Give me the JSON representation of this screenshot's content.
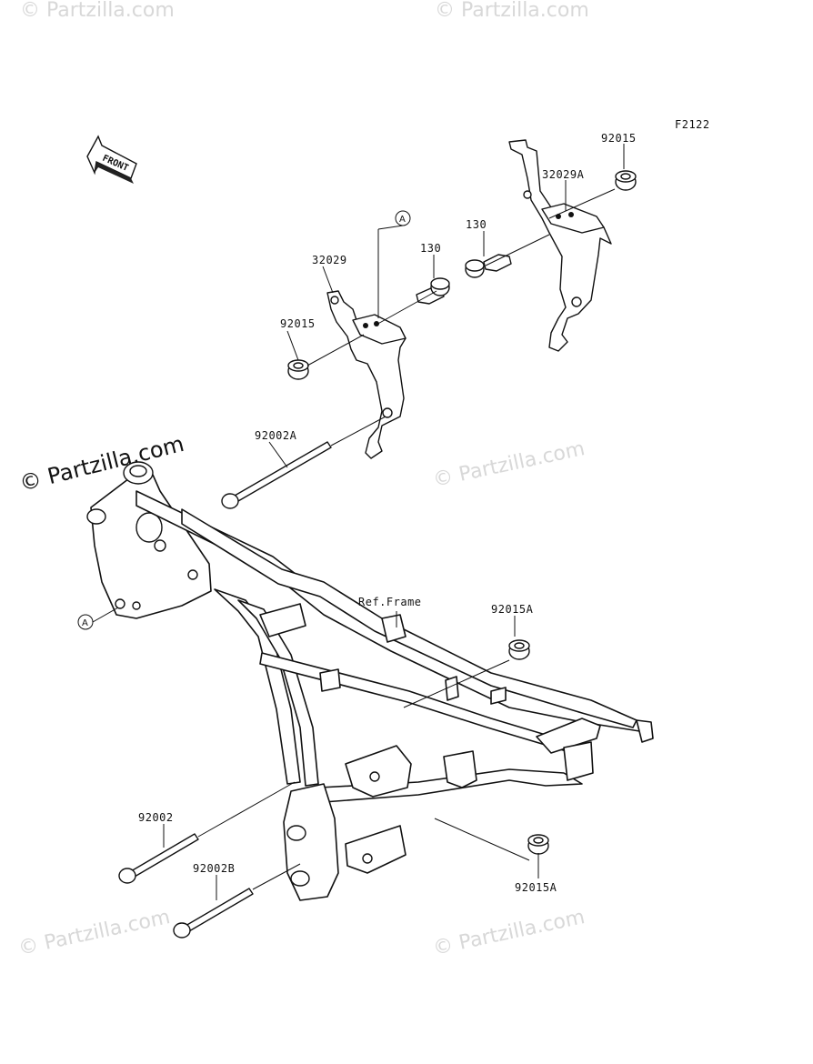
{
  "figure_code": "F2122",
  "front_label": "FRONT",
  "ref_label_a": "A",
  "ref_frame": "Ref.Frame",
  "watermarks": {
    "main": "© Partzilla.com",
    "faint": "© Partzilla.com"
  },
  "parts": {
    "p92015_top": "92015",
    "p32029A": "32029A",
    "p130_right": "130",
    "p130_left": "130",
    "p32029": "32029",
    "p92015_left": "92015",
    "p92002A": "92002A",
    "p92015A_upper": "92015A",
    "p92002": "92002",
    "p92002B": "92002B",
    "p92015A_lower": "92015A"
  }
}
